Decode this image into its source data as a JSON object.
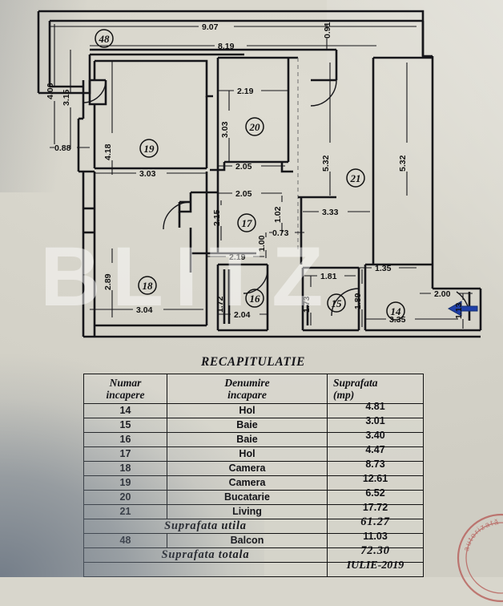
{
  "document": {
    "watermark": "BLITZ",
    "stamp_text": "autorizată de",
    "stamp_color": "#b4534f"
  },
  "plan": {
    "entrance_arrow_color": "#1f3fa8",
    "rooms": [
      {
        "id": "14",
        "label": "14"
      },
      {
        "id": "15",
        "label": "15"
      },
      {
        "id": "16",
        "label": "16"
      },
      {
        "id": "17",
        "label": "17"
      },
      {
        "id": "18",
        "label": "18"
      },
      {
        "id": "19",
        "label": "19"
      },
      {
        "id": "20",
        "label": "20"
      },
      {
        "id": "21",
        "label": "21"
      },
      {
        "id": "48",
        "label": "48"
      }
    ],
    "dimensions": {
      "top_overall": "9.07",
      "top_inner": "8.19",
      "top_right_vertical": "0.91",
      "left_outer": "4.06",
      "left_inner": "3.15",
      "left_small": "0.88",
      "r19_vertical": "4.18",
      "r19_horizontal": "3.03",
      "r20_top": "2.19",
      "r20_vertical": "3.03",
      "r20_bottom": "2.05",
      "r17_top": "2.05",
      "r17_vertical": "2.15",
      "r17_bottom": "2.19",
      "r17_right_vertical": "1.02",
      "r17_gap": "0.73",
      "r17_gap_vertical": "1.00",
      "r21_left_vertical": "5.32",
      "r21_right_vertical": "5.32",
      "r21_horizontal": "3.33",
      "r18_vertical": "2.89",
      "r18_horizontal": "3.04",
      "r16_vertical": "1.72",
      "r16_horizontal": "2.04",
      "r15_vertical": "1.73",
      "r15_horizontal": "1.81",
      "r14_vertical": "1.89",
      "r14_top": "1.35",
      "r14_right_top": "2.00",
      "r14_right_vertical": "1.13",
      "r14_horizontal": "3.35"
    }
  },
  "recap": {
    "title": "RECAPITULATIE",
    "headers": {
      "col1_line1": "Numar",
      "col1_line2": "incapere",
      "col2_line1": "Denumire",
      "col2_line2": "incapare",
      "col3_line1": "Suprafata",
      "col3_line2": "(mp)"
    },
    "rows": [
      {
        "num": "14",
        "name": "Hol",
        "area": "4.81"
      },
      {
        "num": "15",
        "name": "Baie",
        "area": "3.01"
      },
      {
        "num": "16",
        "name": "Baie",
        "area": "3.40"
      },
      {
        "num": "17",
        "name": "Hol",
        "area": "4.47"
      },
      {
        "num": "18",
        "name": "Camera",
        "area": "8.73"
      },
      {
        "num": "19",
        "name": "Camera",
        "area": "12.61"
      },
      {
        "num": "20",
        "name": "Bucatarie",
        "area": "6.52"
      },
      {
        "num": "21",
        "name": "Living",
        "area": "17.72"
      }
    ],
    "utila_label": "Suprafata  utila",
    "utila_value": "61.27",
    "balcon_num": "48",
    "balcon_label": "Balcon",
    "balcon_value": "11.03",
    "totala_label": "Suprafata  totala",
    "totala_value": "72.30",
    "date_value": "IULIE-2019"
  }
}
